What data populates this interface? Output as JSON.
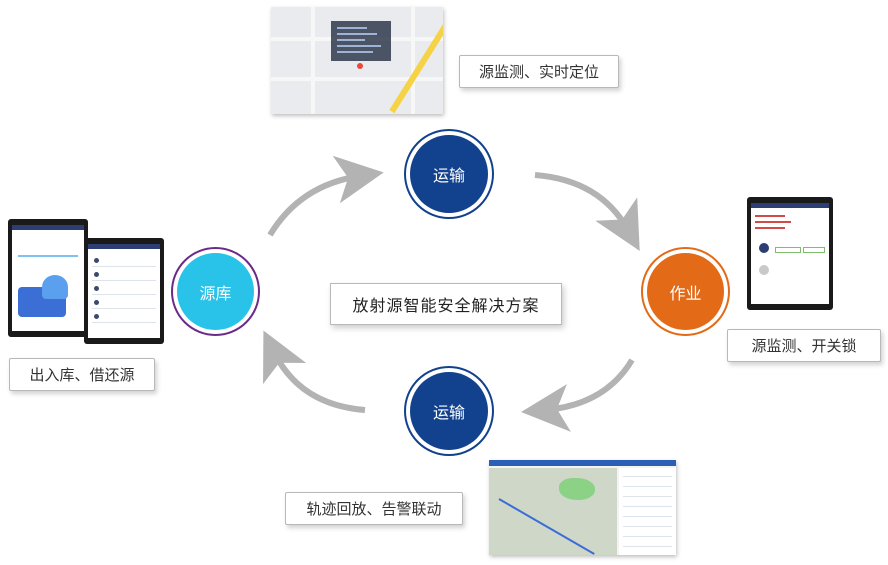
{
  "center_title": "放射源智能安全解决方案",
  "nodes": {
    "top": {
      "label": "运输",
      "color": "#12418e",
      "ring": "#12418e"
    },
    "right": {
      "label": "作业",
      "color": "#e36a17",
      "ring": "#e36a17"
    },
    "bottom": {
      "label": "运输",
      "color": "#12418e",
      "ring": "#12418e"
    },
    "left": {
      "label": "源库",
      "color": "#29c3ea",
      "ring": "#6a2a8a"
    }
  },
  "captions": {
    "top": "源监测、实时定位",
    "right": "源监测、开关锁",
    "bottom": "轨迹回放、告警联动",
    "left": "出入库、借还源"
  },
  "arrow_color": "#b3b3b3",
  "icons": [
    "arrow-icon"
  ]
}
